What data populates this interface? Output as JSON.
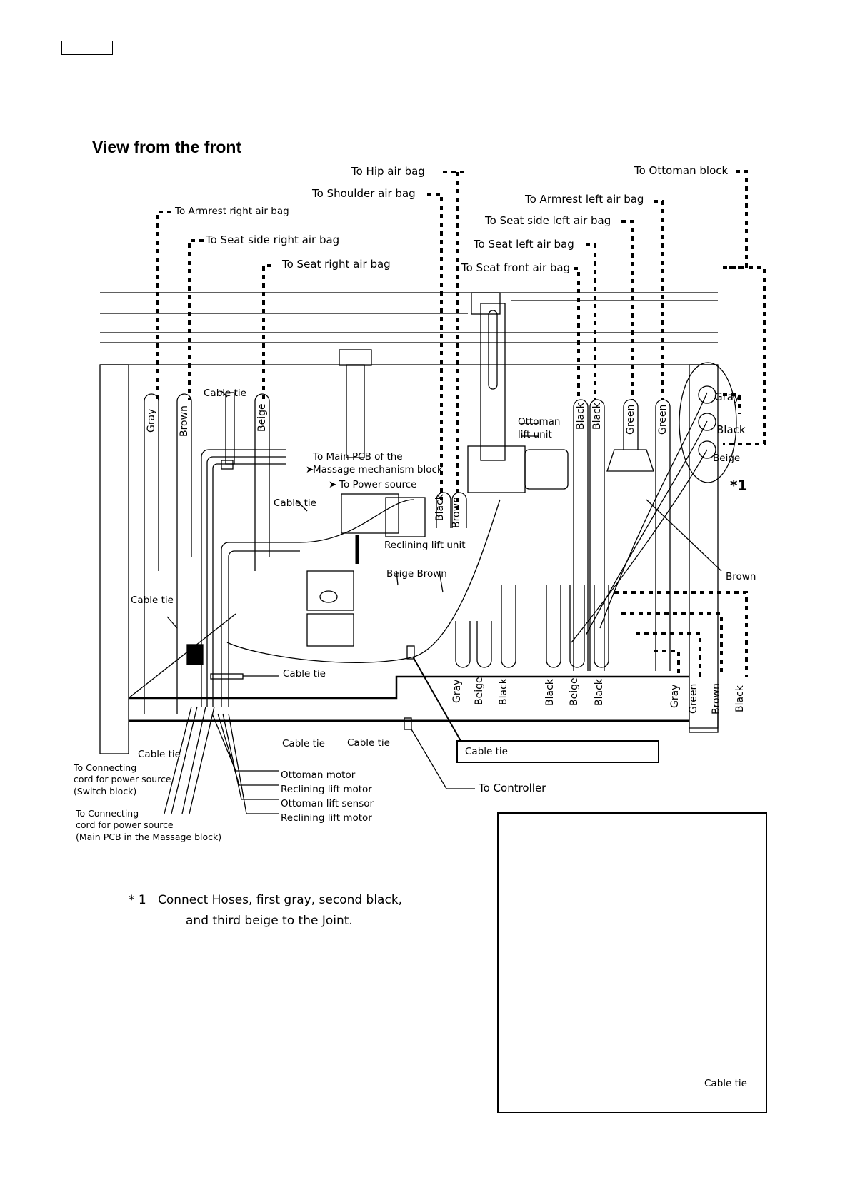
{
  "page": {
    "title": "View from the front",
    "page_number_box": ""
  },
  "top_labels": {
    "hip": "To Hip air bag",
    "shoulder": "To Shoulder air bag",
    "armrest_right": "To Armrest right air bag",
    "seat_side_right": "To Seat side right air bag",
    "seat_right": "To Seat right air bag",
    "ottoman_block": "To Ottoman block",
    "armrest_left": "To Armrest left air bag",
    "seat_side_left": "To Seat side left air bag",
    "seat_left": "To Seat left air bag",
    "seat_front": "To Seat front air bag"
  },
  "hose_labels_upper": [
    "Gray",
    "Brown",
    "Beige",
    "Black",
    "Brown",
    "Black",
    "Black",
    "Green",
    "Green"
  ],
  "joint_labels": [
    "Gray",
    "Black",
    "Beige"
  ],
  "joint_marker": "*1",
  "callouts": {
    "cable_tie_top": "Cable tie",
    "main_pcb_line1": "To Main PCB of the",
    "main_pcb_line2": "Massage mechanism block",
    "power_source": "To Power source",
    "cable_tie_mid": "Cable tie",
    "reclining_lift_unit": "Reclining lift unit",
    "ottoman_lift_unit_line1": "Ottoman",
    "ottoman_lift_unit_line2": "lift unit",
    "beige_brown": "Beige Brown",
    "brown_right": "Brown",
    "cable_tie_left": "Cable tie",
    "cable_tie_center": "Cable tie",
    "cable_tie_box": "Cable tie",
    "cable_tie_bottom_left": "Cable tie",
    "cable_tie_bottom_mid": "Cable tie",
    "cable_tie_bottom_right": "Cable tie",
    "to_controller": "To Controller"
  },
  "hose_labels_lower": [
    "Gray",
    "Beige",
    "Black",
    "Black",
    "Beige",
    "Black",
    "Gray",
    "Green",
    "Brown",
    "Black"
  ],
  "wiring_left": {
    "switch_line1": "To Connecting",
    "switch_line2": "cord for power source",
    "switch_line3": "(Switch block)",
    "main_line1": "To Connecting",
    "main_line2": "cord for power source",
    "main_line3": "(Main PCB in the Massage block)"
  },
  "wiring_right": [
    "Ottoman motor",
    "Reclining lift motor",
    "Ottoman lift sensor",
    "Reclining lift motor"
  ],
  "footnote": {
    "marker": "* 1",
    "line1": "Connect Hoses, first gray, second black,",
    "line2": "and third beige to the Joint."
  },
  "inset": {
    "label": "Cable tie"
  }
}
